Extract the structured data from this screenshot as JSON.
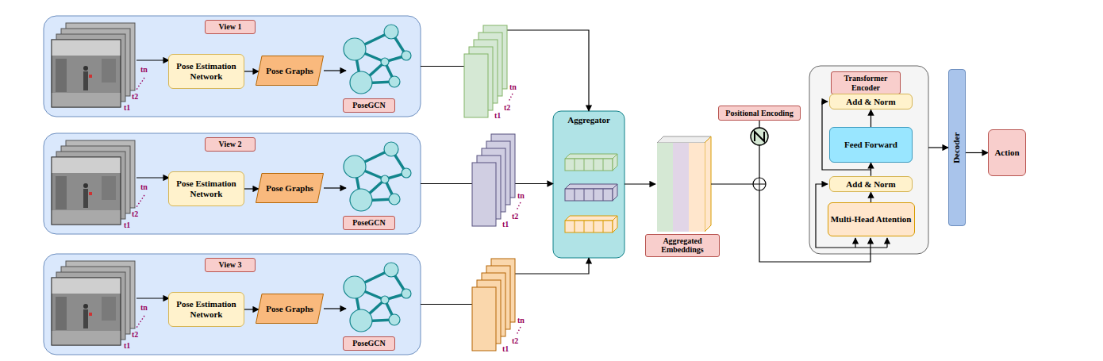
{
  "diagram": {
    "nodes": [
      {
        "text": [
          "View 1"
        ]
      },
      {
        "text": [
          "Pose Estimation Network"
        ],
        "in": 0
      },
      {
        "text": [
          "Pose Graphs"
        ],
        "in": 0
      },
      {
        "text": [
          "PoseGCN"
        ],
        "in": 0
      },
      {
        "text": [
          "View 2"
        ]
      },
      {
        "text": [
          "Pose Estimation Network"
        ],
        "in": 4
      },
      {
        "text": [
          "Pose Graphs"
        ],
        "in": 4
      },
      {
        "text": [
          "PoseGCN"
        ],
        "in": 4
      },
      {
        "text": [
          "View 3"
        ]
      },
      {
        "text": [
          "Pose Estimation Network"
        ],
        "in": 8
      },
      {
        "text": [
          "Pose Graphs"
        ],
        "in": 8
      },
      {
        "text": [
          "PoseGCN"
        ],
        "in": 8
      },
      {
        "text": [
          "Aggregator"
        ]
      },
      {
        "text": [
          "Aggregated Embeddings"
        ]
      },
      {
        "text": [
          "Positional Encoding"
        ]
      },
      {
        "text": [
          "Transformer Encoder"
        ]
      },
      {
        "text": [
          "Add & Norm"
        ],
        "in": 15
      },
      {
        "text": [
          "Feed Forward"
        ],
        "in": 15
      },
      {
        "text": [
          "Add & Norm"
        ],
        "in": 15
      },
      {
        "text": [
          "Multi-Head Attention"
        ],
        "in": 15
      },
      {
        "text": [
          "Decoder"
        ]
      },
      {
        "text": [
          "Action"
        ]
      }
    ],
    "edges": [
      {
        "from": 0,
        "to": 12,
        "arrow": "to"
      },
      {
        "from": 4,
        "to": 12,
        "arrow": "to"
      },
      {
        "from": 8,
        "to": 12,
        "arrow": "to"
      },
      {
        "from": 1,
        "to": 2,
        "arrow": "to"
      },
      {
        "from": 5,
        "to": 6,
        "arrow": "to"
      },
      {
        "from": 9,
        "to": 10,
        "arrow": "to"
      },
      {
        "from": 19,
        "to": 18,
        "arrow": "to"
      },
      {
        "from": 18,
        "to": 17,
        "arrow": "to"
      },
      {
        "from": 17,
        "to": 16,
        "arrow": "to"
      },
      {
        "from": 15,
        "to": 20,
        "arrow": "to"
      },
      {
        "from": 20,
        "to": 21,
        "arrow": "to"
      }
    ],
    "labels": [
      "tn",
      "t2",
      "t1",
      "tn",
      "t2",
      "t1",
      "tn",
      "t2",
      "t1",
      "tn",
      "t2",
      "t1",
      "tn",
      "t2",
      "t1",
      "tn",
      "t2",
      "t1"
    ]
  }
}
